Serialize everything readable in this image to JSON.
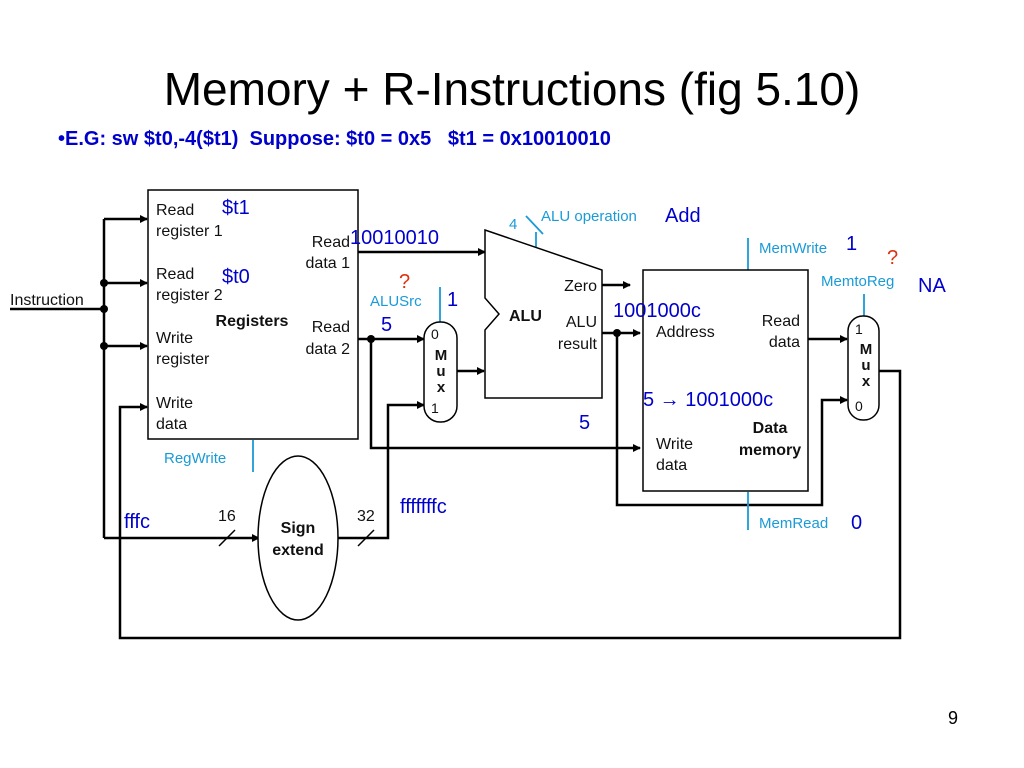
{
  "title": "Memory + R-Instructions (fig 5.10)",
  "example": "•E.G: sw $t0,-4($t1)  Suppose: $t0 = 0x5   $t1 = 0x10010010",
  "slide_number": "9",
  "diagram": {
    "instruction_label": "Instruction",
    "registers": {
      "read_register_1": [
        "Read",
        "register 1"
      ],
      "read_register_2": [
        "Read",
        "register 2"
      ],
      "write_register": [
        "Write",
        "register"
      ],
      "write_data": [
        "Write",
        "data"
      ],
      "read_data_1": [
        "Read",
        "data 1"
      ],
      "read_data_2": [
        "Read",
        "data 2"
      ],
      "name": "Registers"
    },
    "regwrite": "RegWrite",
    "sign_extend": [
      "Sign",
      "extend"
    ],
    "bits_in": "16",
    "bits_out": "32",
    "alu_mux": {
      "top": "0",
      "letters": [
        "M",
        "u",
        "x"
      ],
      "bottom": "1"
    },
    "alusrc": "ALUSrc",
    "alu": {
      "name": "ALU",
      "zero": "Zero",
      "result": [
        "ALU",
        "result"
      ]
    },
    "alu_op_bits": "4",
    "alu_operation": "ALU operation",
    "memwrite": "MemWrite",
    "memtoreg": "MemtoReg",
    "memread": "MemRead",
    "data_memory": {
      "address": "Address",
      "read_data": [
        "Read",
        "data"
      ],
      "write_data": [
        "Write",
        "data"
      ],
      "name": [
        "Data",
        "memory"
      ]
    },
    "mem_mux": {
      "top": "1",
      "letters": [
        "M",
        "u",
        "x"
      ],
      "bottom": "0"
    }
  },
  "annotations": {
    "t1": "$t1",
    "t0": "$t0",
    "read_data_1_val": "10010010",
    "alusrc_q": "?",
    "alusrc_val": "1",
    "read_data_2_val": "5",
    "alu_operation_val": "Add",
    "memwrite_val": "1",
    "memtoreg_q": "?",
    "memtoreg_val": "NA",
    "alu_result_val": "1001000c",
    "mem_store": "5 → 1001000c",
    "write_data_val": "5",
    "sign_extend_out": "fffffffc",
    "imm_in": "fffc",
    "memread_val": "0"
  }
}
